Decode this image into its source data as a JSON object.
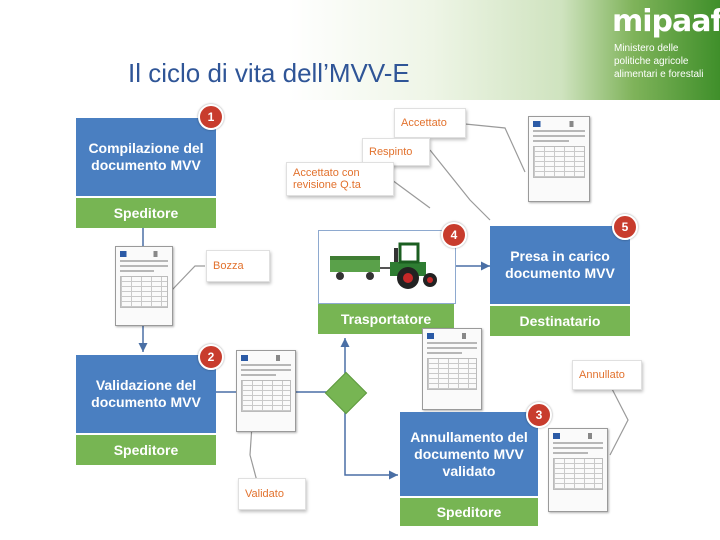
{
  "header": {
    "title": "Il ciclo di vita dell’MVV-E",
    "logo": "mipaaf",
    "ministry_lines": [
      "Ministero delle",
      "politiche agricole",
      "alimentari e forestali"
    ]
  },
  "steps": {
    "s1": {
      "number": "1",
      "title": "Compilazione del documento MVV",
      "actor": "Speditore"
    },
    "s2": {
      "number": "2",
      "title": "Validazione del documento MVV",
      "actor": "Speditore"
    },
    "s3": {
      "number": "3",
      "title": "Annullamento del documento MVV validato",
      "actor": "Speditore"
    },
    "s4": {
      "number": "4",
      "actor": "Trasportatore"
    },
    "s5": {
      "number": "5",
      "title": "Presa in carico documento MVV",
      "actor": "Destinatario"
    }
  },
  "statuses": {
    "accettato": "Accettato",
    "respinto": "Respinto",
    "accettato_revisione": "Accettato con revisione Q.ta",
    "bozza": "Bozza",
    "validato": "Validato",
    "annullato": "Annullato"
  },
  "icons": {
    "tractor": "tractor-icon",
    "document": "document-icon",
    "decision": "diamond-icon"
  },
  "colors": {
    "step_blue": "#4a7fc1",
    "actor_green": "#77b553",
    "badge_red": "#c83c2d",
    "status_orange": "#e2722e",
    "title_blue": "#2f5597"
  }
}
